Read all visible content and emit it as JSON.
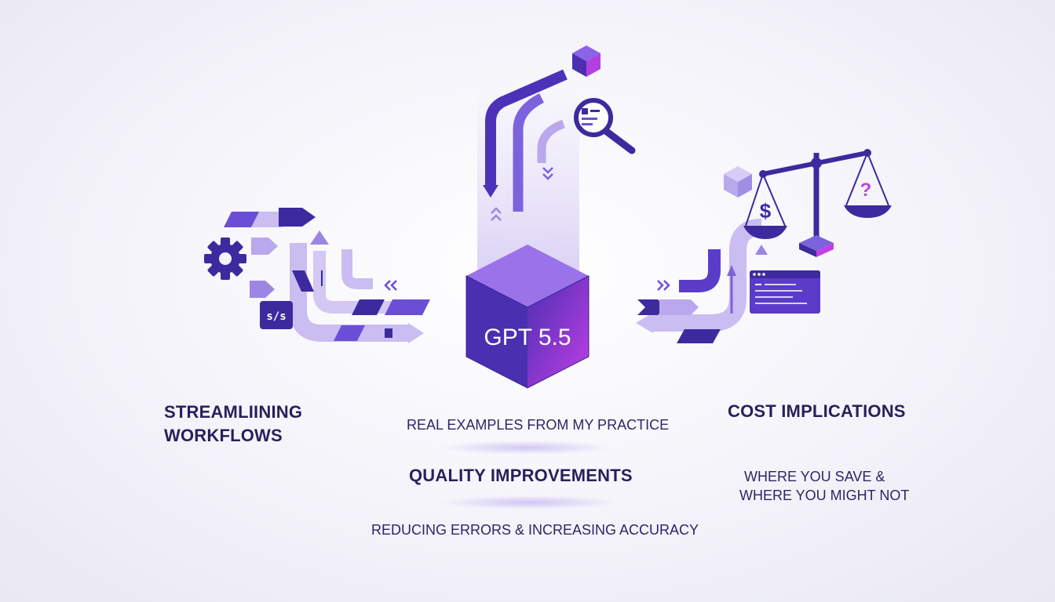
{
  "center": {
    "cube_label": "GPT 5.5"
  },
  "left": {
    "title_line1": "STREAMLIINING",
    "title_line2": "WORKFLOWS",
    "badge": "s/s"
  },
  "middle": {
    "subtitle": "REAL EXAMPLES FROM MY PRACTICE",
    "title": "QUALITY IMPROVEMENTS",
    "description": "REDUCING ERRORS & INCREASING ACCURACY"
  },
  "right": {
    "title": "COST IMPLICATIONS",
    "desc_line1": "WHERE YOU SAVE &",
    "desc_line2": "WHERE YOU MIGHT NOT",
    "scale_left_symbol": "$",
    "scale_right_symbol": "?"
  },
  "colors": {
    "deep": "#3d2a9e",
    "mid": "#6a4fd6",
    "light": "#c9bdf2",
    "accent": "#c24fe8",
    "text": "#2a1f5c"
  },
  "icons": [
    "gear-icon",
    "magnifier-icon",
    "scale-icon",
    "code-window-icon",
    "cube-icon",
    "arrow-icon"
  ]
}
